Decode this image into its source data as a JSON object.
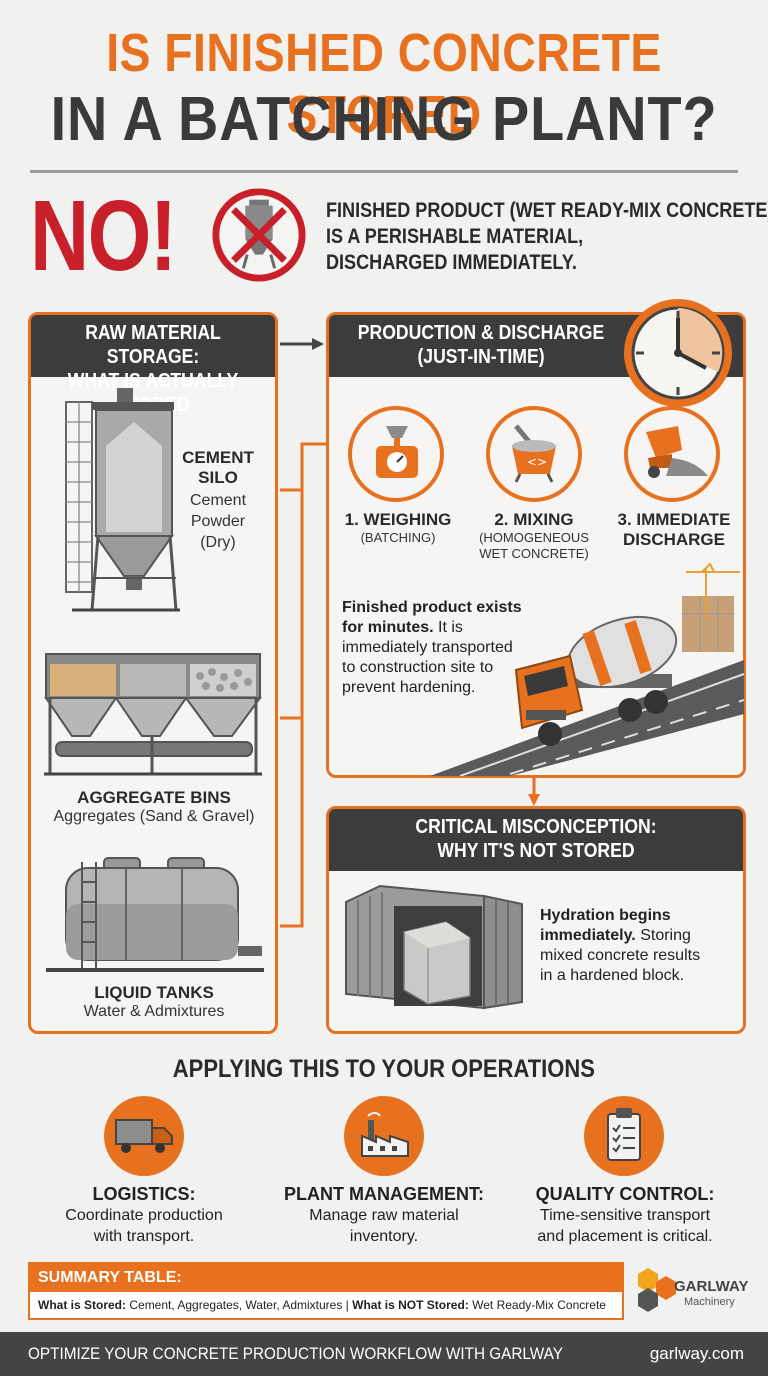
{
  "title": {
    "line1": "IS FINISHED CONCRETE STORED",
    "line2": "IN A BATCHING PLANT?"
  },
  "answer": {
    "no": "NO!",
    "line1": "FINISHED PRODUCT (WET READY-MIX CONCRETE)",
    "line2": "IS A PERISHABLE MATERIAL,",
    "line3": "DISCHARGED IMMEDIATELY."
  },
  "raw_storage": {
    "heading1": "RAW MATERIAL STORAGE:",
    "heading2": "WHAT IS ACTUALLY STORED",
    "silo": {
      "title1": "CEMENT",
      "title2": "SILO",
      "desc1": "Cement",
      "desc2": "Powder",
      "desc3": "(Dry)"
    },
    "bins": {
      "title": "AGGREGATE BINS",
      "desc": "Aggregates (Sand & Gravel)"
    },
    "tanks": {
      "title": "LIQUID TANKS",
      "desc": "Water & Admixtures"
    }
  },
  "production": {
    "heading1": "PRODUCTION & DISCHARGE",
    "heading2": "(JUST-IN-TIME)",
    "steps": [
      {
        "title1": "1. WEIGHING",
        "title2": "",
        "sub1": "(BATCHING)",
        "sub2": ""
      },
      {
        "title1": "2. MIXING",
        "title2": "",
        "sub1": "(HOMOGENEOUS",
        "sub2": "WET CONCRETE)"
      },
      {
        "title1": "3. IMMEDIATE",
        "title2": "DISCHARGE",
        "sub1": "",
        "sub2": ""
      }
    ],
    "note_bold1": "Finished product exists",
    "note_bold2": "for minutes.",
    "note_rest1": " It is",
    "note_line3": "immediately transported",
    "note_line4": "to construction site to",
    "note_line5": "prevent hardening."
  },
  "misconception": {
    "heading1": "CRITICAL MISCONCEPTION:",
    "heading2": "WHY IT'S NOT STORED",
    "bold1": "Hydration begins",
    "bold2": "immediately.",
    "rest2": " Storing",
    "line3": "mixed concrete results",
    "line4": "in a hardened block."
  },
  "operations": {
    "heading": "APPLYING THIS TO YOUR OPERATIONS",
    "items": [
      {
        "label": "LOGISTICS:",
        "desc1": "Coordinate production",
        "desc2": "with transport.",
        "icon": "truck-icon"
      },
      {
        "label": "PLANT MANAGEMENT:",
        "desc1": "Manage raw material",
        "desc2": "inventory.",
        "icon": "factory-icon"
      },
      {
        "label": "QUALITY CONTROL:",
        "desc1": "Time-sensitive transport",
        "desc2": "and placement is critical.",
        "icon": "clipboard-icon"
      }
    ]
  },
  "summary": {
    "heading": "SUMMARY TABLE:",
    "stored_label": "What is Stored:",
    "stored_value": " Cement, Aggregates, Water, Admixtures | ",
    "not_stored_label": "What is NOT Stored:",
    "not_stored_value": " Wet Ready-Mix Concrete"
  },
  "brand": {
    "name": "GARLWAY",
    "sub": "Machinery"
  },
  "footer": {
    "cta": "OPTIMIZE YOUR CONCRETE PRODUCTION WORKFLOW WITH GARLWAY",
    "url": "garlway.com"
  },
  "colors": {
    "accent": "#e8711f",
    "danger": "#c8202a",
    "dark": "#3c3c3c"
  }
}
